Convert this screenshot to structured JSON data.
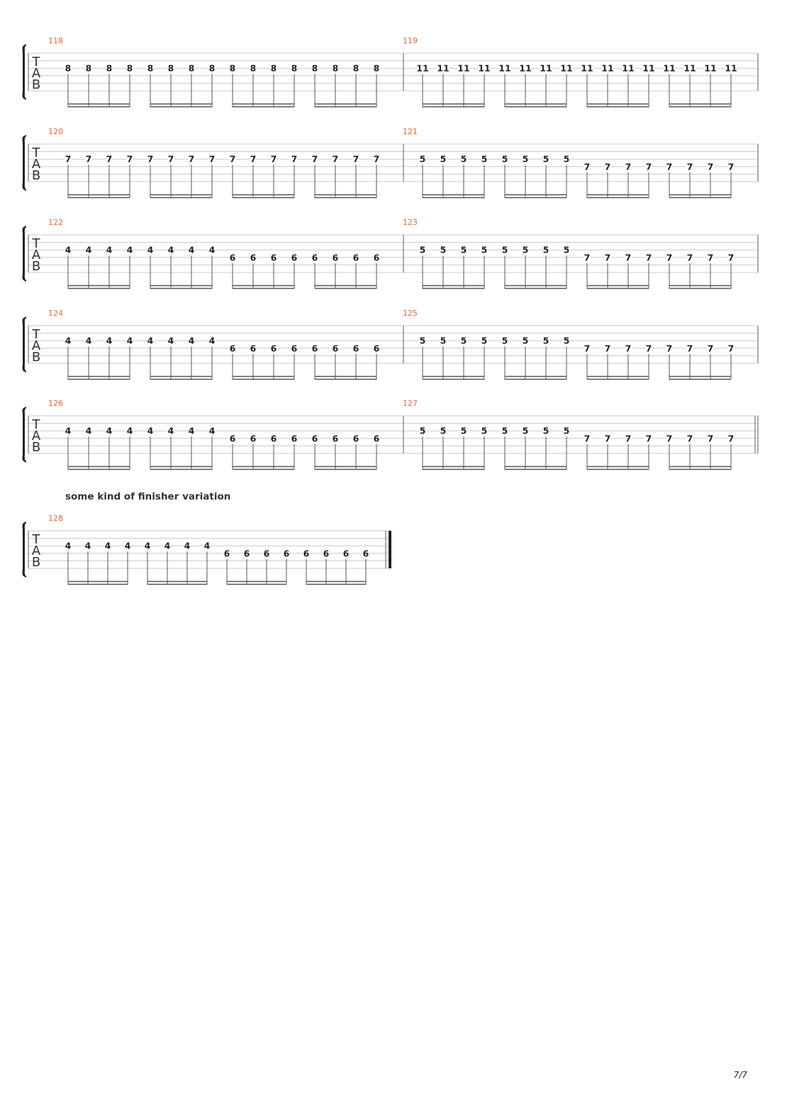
{
  "tab_letters": [
    "T",
    "A",
    "B"
  ],
  "measures": [
    {
      "number": "118",
      "notes": [
        {
          "fret": "8",
          "string": 3
        },
        {
          "fret": "8",
          "string": 3
        },
        {
          "fret": "8",
          "string": 3
        },
        {
          "fret": "8",
          "string": 3
        },
        {
          "fret": "8",
          "string": 3
        },
        {
          "fret": "8",
          "string": 3
        },
        {
          "fret": "8",
          "string": 3
        },
        {
          "fret": "8",
          "string": 3
        },
        {
          "fret": "8",
          "string": 3
        },
        {
          "fret": "8",
          "string": 3
        },
        {
          "fret": "8",
          "string": 3
        },
        {
          "fret": "8",
          "string": 3
        },
        {
          "fret": "8",
          "string": 3
        },
        {
          "fret": "8",
          "string": 3
        },
        {
          "fret": "8",
          "string": 3
        },
        {
          "fret": "8",
          "string": 3
        }
      ]
    },
    {
      "number": "119",
      "notes": [
        {
          "fret": "11",
          "string": 3
        },
        {
          "fret": "11",
          "string": 3
        },
        {
          "fret": "11",
          "string": 3
        },
        {
          "fret": "11",
          "string": 3
        },
        {
          "fret": "11",
          "string": 3
        },
        {
          "fret": "11",
          "string": 3
        },
        {
          "fret": "11",
          "string": 3
        },
        {
          "fret": "11",
          "string": 3
        },
        {
          "fret": "11",
          "string": 3
        },
        {
          "fret": "11",
          "string": 3
        },
        {
          "fret": "11",
          "string": 3
        },
        {
          "fret": "11",
          "string": 3
        },
        {
          "fret": "11",
          "string": 3
        },
        {
          "fret": "11",
          "string": 3
        },
        {
          "fret": "11",
          "string": 3
        },
        {
          "fret": "11",
          "string": 3
        }
      ]
    },
    {
      "number": "120",
      "notes": [
        {
          "fret": "7",
          "string": 3
        },
        {
          "fret": "7",
          "string": 3
        },
        {
          "fret": "7",
          "string": 3
        },
        {
          "fret": "7",
          "string": 3
        },
        {
          "fret": "7",
          "string": 3
        },
        {
          "fret": "7",
          "string": 3
        },
        {
          "fret": "7",
          "string": 3
        },
        {
          "fret": "7",
          "string": 3
        },
        {
          "fret": "7",
          "string": 3
        },
        {
          "fret": "7",
          "string": 3
        },
        {
          "fret": "7",
          "string": 3
        },
        {
          "fret": "7",
          "string": 3
        },
        {
          "fret": "7",
          "string": 3
        },
        {
          "fret": "7",
          "string": 3
        },
        {
          "fret": "7",
          "string": 3
        },
        {
          "fret": "7",
          "string": 3
        }
      ]
    },
    {
      "number": "121",
      "notes": [
        {
          "fret": "5",
          "string": 3
        },
        {
          "fret": "5",
          "string": 3
        },
        {
          "fret": "5",
          "string": 3
        },
        {
          "fret": "5",
          "string": 3
        },
        {
          "fret": "5",
          "string": 3
        },
        {
          "fret": "5",
          "string": 3
        },
        {
          "fret": "5",
          "string": 3
        },
        {
          "fret": "5",
          "string": 3
        },
        {
          "fret": "7",
          "string": 4
        },
        {
          "fret": "7",
          "string": 4
        },
        {
          "fret": "7",
          "string": 4
        },
        {
          "fret": "7",
          "string": 4
        },
        {
          "fret": "7",
          "string": 4
        },
        {
          "fret": "7",
          "string": 4
        },
        {
          "fret": "7",
          "string": 4
        },
        {
          "fret": "7",
          "string": 4
        }
      ]
    },
    {
      "number": "122",
      "notes": [
        {
          "fret": "4",
          "string": 3
        },
        {
          "fret": "4",
          "string": 3
        },
        {
          "fret": "4",
          "string": 3
        },
        {
          "fret": "4",
          "string": 3
        },
        {
          "fret": "4",
          "string": 3
        },
        {
          "fret": "4",
          "string": 3
        },
        {
          "fret": "4",
          "string": 3
        },
        {
          "fret": "4",
          "string": 3
        },
        {
          "fret": "6",
          "string": 4
        },
        {
          "fret": "6",
          "string": 4
        },
        {
          "fret": "6",
          "string": 4
        },
        {
          "fret": "6",
          "string": 4
        },
        {
          "fret": "6",
          "string": 4
        },
        {
          "fret": "6",
          "string": 4
        },
        {
          "fret": "6",
          "string": 4
        },
        {
          "fret": "6",
          "string": 4
        }
      ]
    },
    {
      "number": "123",
      "notes": [
        {
          "fret": "5",
          "string": 3
        },
        {
          "fret": "5",
          "string": 3
        },
        {
          "fret": "5",
          "string": 3
        },
        {
          "fret": "5",
          "string": 3
        },
        {
          "fret": "5",
          "string": 3
        },
        {
          "fret": "5",
          "string": 3
        },
        {
          "fret": "5",
          "string": 3
        },
        {
          "fret": "5",
          "string": 3
        },
        {
          "fret": "7",
          "string": 4
        },
        {
          "fret": "7",
          "string": 4
        },
        {
          "fret": "7",
          "string": 4
        },
        {
          "fret": "7",
          "string": 4
        },
        {
          "fret": "7",
          "string": 4
        },
        {
          "fret": "7",
          "string": 4
        },
        {
          "fret": "7",
          "string": 4
        },
        {
          "fret": "7",
          "string": 4
        }
      ]
    },
    {
      "number": "124",
      "notes": [
        {
          "fret": "4",
          "string": 3
        },
        {
          "fret": "4",
          "string": 3
        },
        {
          "fret": "4",
          "string": 3
        },
        {
          "fret": "4",
          "string": 3
        },
        {
          "fret": "4",
          "string": 3
        },
        {
          "fret": "4",
          "string": 3
        },
        {
          "fret": "4",
          "string": 3
        },
        {
          "fret": "4",
          "string": 3
        },
        {
          "fret": "6",
          "string": 4
        },
        {
          "fret": "6",
          "string": 4
        },
        {
          "fret": "6",
          "string": 4
        },
        {
          "fret": "6",
          "string": 4
        },
        {
          "fret": "6",
          "string": 4
        },
        {
          "fret": "6",
          "string": 4
        },
        {
          "fret": "6",
          "string": 4
        },
        {
          "fret": "6",
          "string": 4
        }
      ]
    },
    {
      "number": "125",
      "notes": [
        {
          "fret": "5",
          "string": 3
        },
        {
          "fret": "5",
          "string": 3
        },
        {
          "fret": "5",
          "string": 3
        },
        {
          "fret": "5",
          "string": 3
        },
        {
          "fret": "5",
          "string": 3
        },
        {
          "fret": "5",
          "string": 3
        },
        {
          "fret": "5",
          "string": 3
        },
        {
          "fret": "5",
          "string": 3
        },
        {
          "fret": "7",
          "string": 4
        },
        {
          "fret": "7",
          "string": 4
        },
        {
          "fret": "7",
          "string": 4
        },
        {
          "fret": "7",
          "string": 4
        },
        {
          "fret": "7",
          "string": 4
        },
        {
          "fret": "7",
          "string": 4
        },
        {
          "fret": "7",
          "string": 4
        },
        {
          "fret": "7",
          "string": 4
        }
      ]
    },
    {
      "number": "126",
      "notes": [
        {
          "fret": "4",
          "string": 3
        },
        {
          "fret": "4",
          "string": 3
        },
        {
          "fret": "4",
          "string": 3
        },
        {
          "fret": "4",
          "string": 3
        },
        {
          "fret": "4",
          "string": 3
        },
        {
          "fret": "4",
          "string": 3
        },
        {
          "fret": "4",
          "string": 3
        },
        {
          "fret": "4",
          "string": 3
        },
        {
          "fret": "6",
          "string": 4
        },
        {
          "fret": "6",
          "string": 4
        },
        {
          "fret": "6",
          "string": 4
        },
        {
          "fret": "6",
          "string": 4
        },
        {
          "fret": "6",
          "string": 4
        },
        {
          "fret": "6",
          "string": 4
        },
        {
          "fret": "6",
          "string": 4
        },
        {
          "fret": "6",
          "string": 4
        }
      ]
    },
    {
      "number": "127",
      "notes": [
        {
          "fret": "5",
          "string": 3
        },
        {
          "fret": "5",
          "string": 3
        },
        {
          "fret": "5",
          "string": 3
        },
        {
          "fret": "5",
          "string": 3
        },
        {
          "fret": "5",
          "string": 3
        },
        {
          "fret": "5",
          "string": 3
        },
        {
          "fret": "5",
          "string": 3
        },
        {
          "fret": "5",
          "string": 3
        },
        {
          "fret": "7",
          "string": 4
        },
        {
          "fret": "7",
          "string": 4
        },
        {
          "fret": "7",
          "string": 4
        },
        {
          "fret": "7",
          "string": 4
        },
        {
          "fret": "7",
          "string": 4
        },
        {
          "fret": "7",
          "string": 4
        },
        {
          "fret": "7",
          "string": 4
        },
        {
          "fret": "7",
          "string": 4
        }
      ]
    },
    {
      "number": "128",
      "notes": [
        {
          "fret": "4",
          "string": 3
        },
        {
          "fret": "4",
          "string": 3
        },
        {
          "fret": "4",
          "string": 3
        },
        {
          "fret": "4",
          "string": 3
        },
        {
          "fret": "4",
          "string": 3
        },
        {
          "fret": "4",
          "string": 3
        },
        {
          "fret": "4",
          "string": 3
        },
        {
          "fret": "4",
          "string": 3
        },
        {
          "fret": "6",
          "string": 4
        },
        {
          "fret": "6",
          "string": 4
        },
        {
          "fret": "6",
          "string": 4
        },
        {
          "fret": "6",
          "string": 4
        },
        {
          "fret": "6",
          "string": 4
        },
        {
          "fret": "6",
          "string": 4
        },
        {
          "fret": "6",
          "string": 4
        },
        {
          "fret": "6",
          "string": 4
        }
      ]
    }
  ],
  "annotation": "some kind of finisher variation",
  "page_number": "7/7",
  "colors": {
    "bar_number": "#e8683a",
    "staff_line": "#c8c8c8",
    "text": "#222222"
  }
}
